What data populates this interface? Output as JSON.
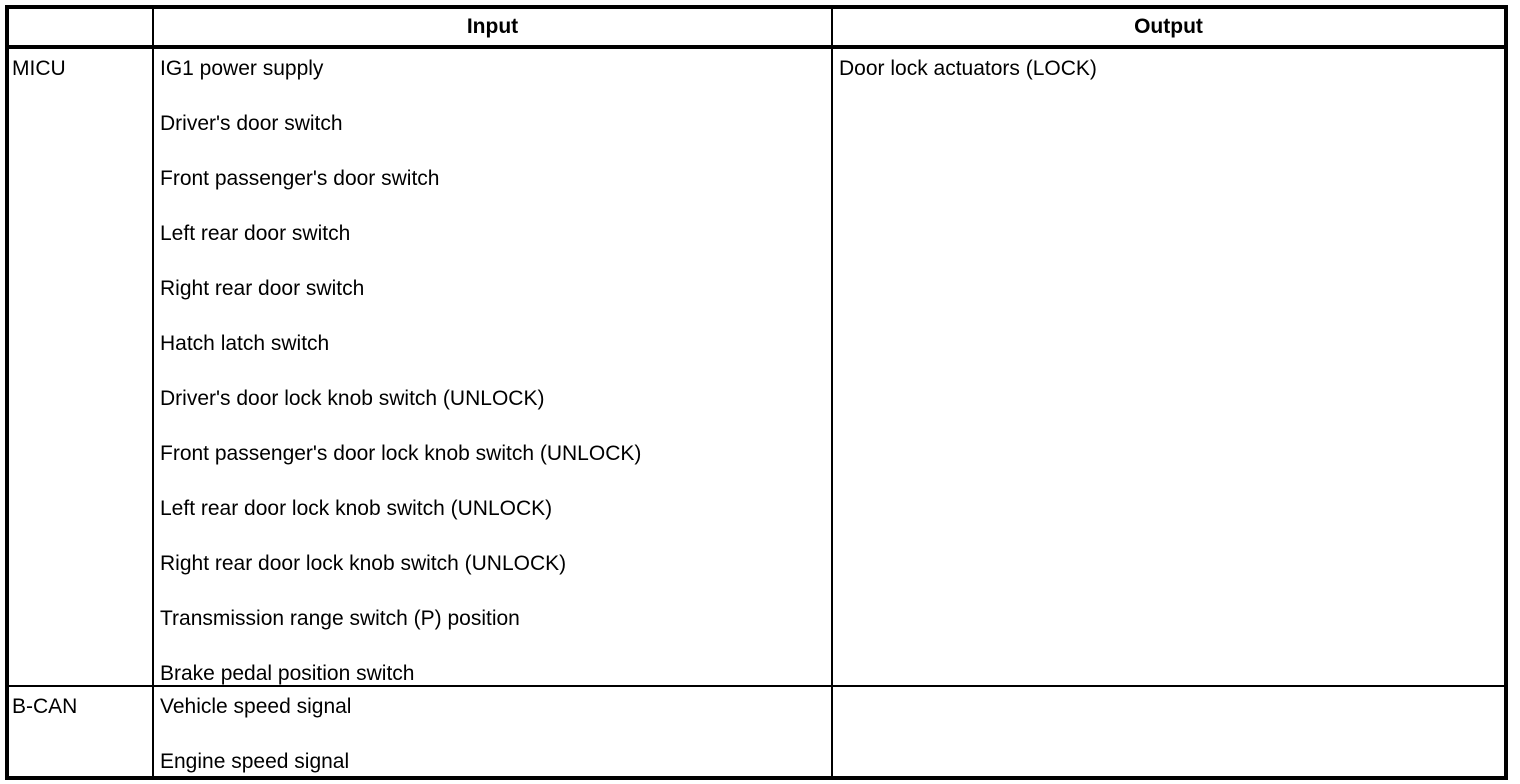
{
  "table": {
    "headers": {
      "system_column": "",
      "input_column": "Input",
      "output_column": "Output"
    },
    "rows": [
      {
        "system": "MICU",
        "inputs": [
          "IG1 power supply",
          "Driver's door switch",
          "Front passenger's door switch",
          "Left rear door switch",
          "Right rear door switch",
          "Hatch latch switch",
          "Driver's door lock knob switch (UNLOCK)",
          "Front passenger's door lock knob switch (UNLOCK)",
          "Left rear door lock knob switch (UNLOCK)",
          "Right rear door lock knob switch (UNLOCK)",
          "Transmission range switch (P) position",
          "Brake pedal position switch"
        ],
        "outputs": [
          "Door lock actuators (LOCK)"
        ]
      },
      {
        "system": "B-CAN",
        "inputs": [
          "Vehicle speed signal",
          "Engine speed signal"
        ],
        "outputs": []
      }
    ]
  },
  "colors": {
    "border": "#000000",
    "text": "#000000",
    "background": "#ffffff"
  }
}
